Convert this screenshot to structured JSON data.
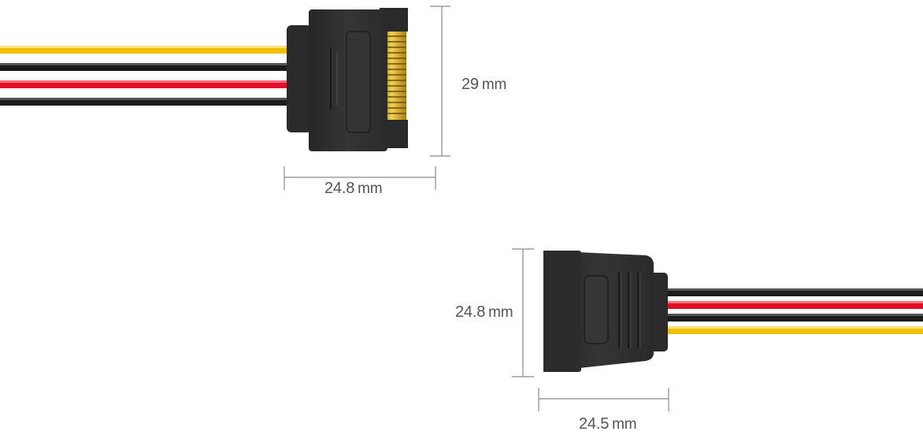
{
  "dimensions": {
    "male_height": {
      "value": "29",
      "unit": "mm"
    },
    "male_width": {
      "value": "24.8",
      "unit": "mm"
    },
    "female_height": {
      "value": "24.8",
      "unit": "mm"
    },
    "female_width": {
      "value": "24.5",
      "unit": "mm"
    }
  },
  "colors": {
    "connector_body": "#2f2f2f",
    "connector_shade": "#252525",
    "gold_pin": "#d4a017",
    "wire_yellow": "#f2c200",
    "wire_black": "#1c1c1c",
    "wire_red": "#e0102a",
    "dimension_line": "#8a8a8a"
  },
  "icons": {
    "male_connector": "sata-power-male-connector-icon",
    "female_connector": "sata-power-female-connector-icon"
  }
}
